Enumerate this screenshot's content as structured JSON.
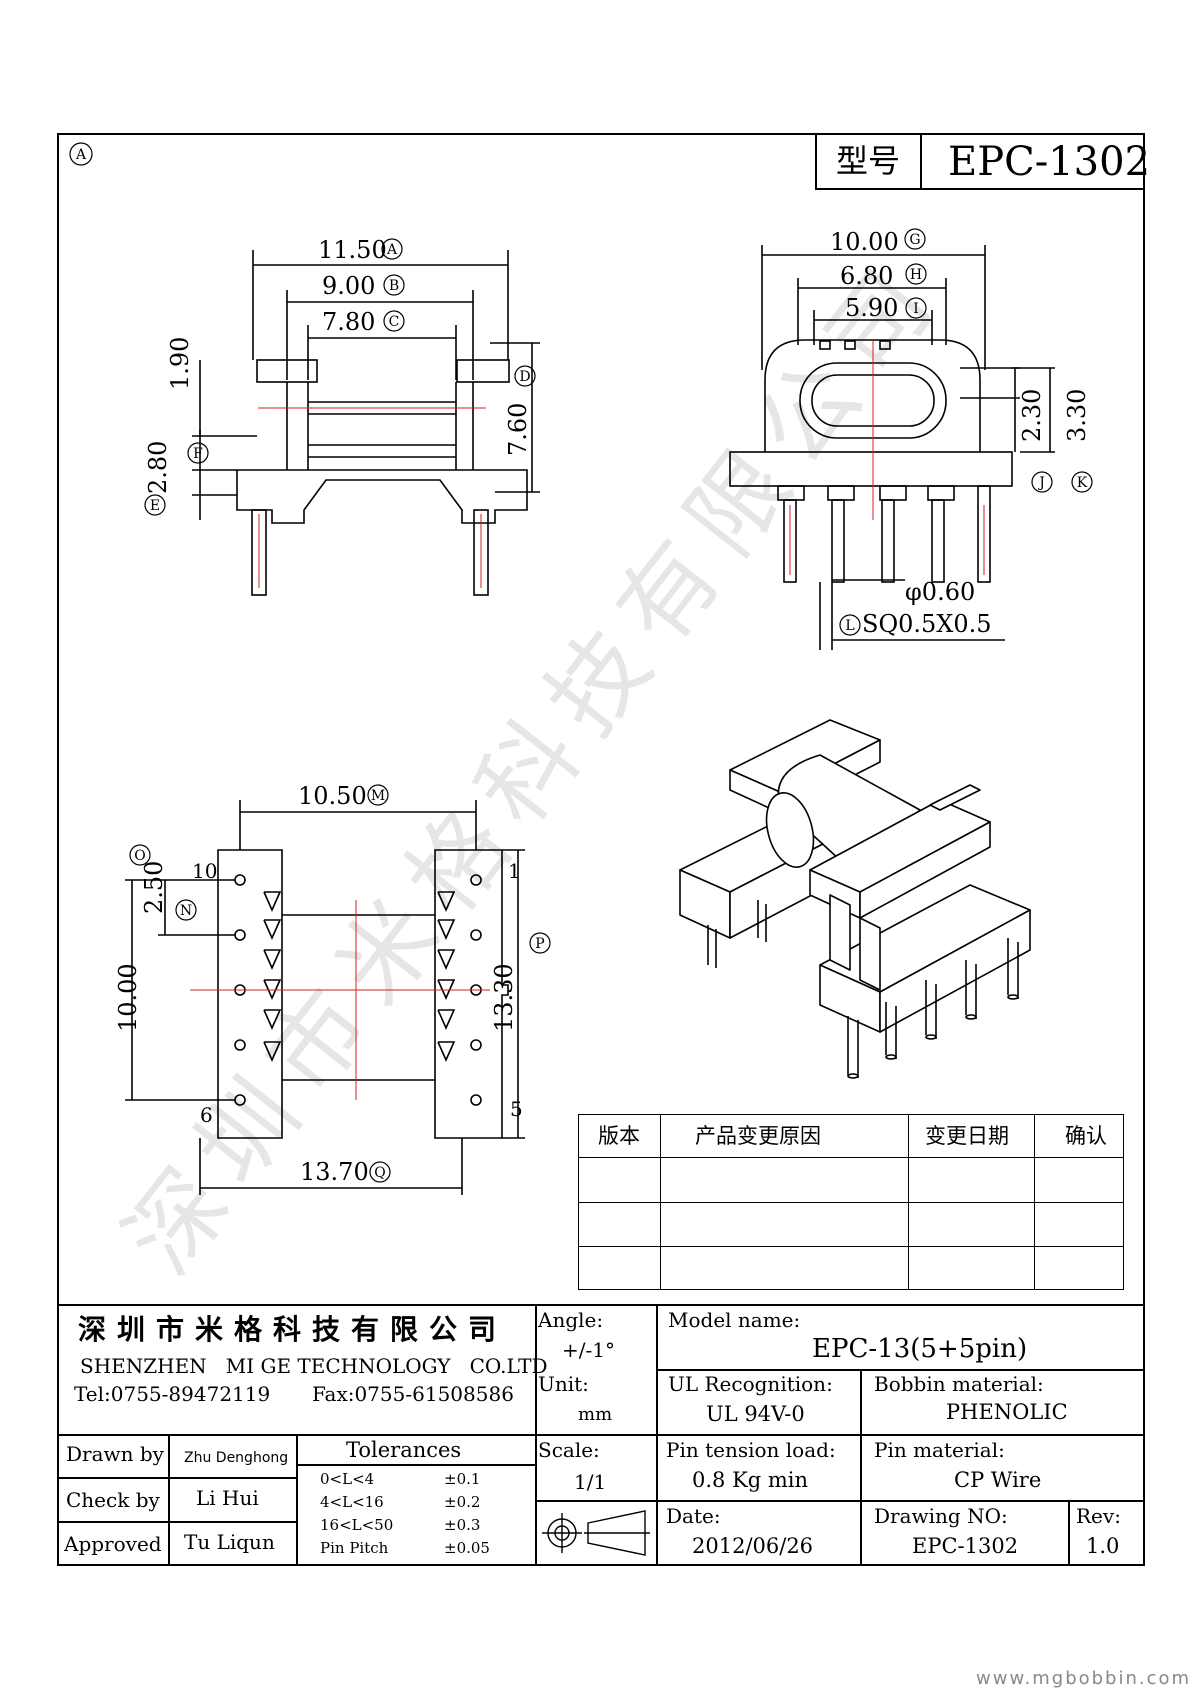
{
  "header": {
    "circle_label": "A",
    "model_label": "型号",
    "model_value": "EPC-1302"
  },
  "watermark": {
    "text": "深圳市米格科技有限公司"
  },
  "front_view": {
    "dim_a": "11.50",
    "dim_a_label": "A",
    "dim_b": "9.00",
    "dim_b_label": "B",
    "dim_c": "7.80",
    "dim_c_label": "C",
    "dim_d": "7.60",
    "dim_d_label": "D",
    "dim_e_label": "E",
    "dim_f": "2.80",
    "dim_f_label": "F",
    "dim_top": "1.90"
  },
  "side_view": {
    "dim_g": "10.00",
    "dim_g_label": "G",
    "dim_h": "6.80",
    "dim_h_label": "H",
    "dim_i": "5.90",
    "dim_i_label": "I",
    "dim_j": "2.30",
    "dim_j_label": "J",
    "dim_k": "3.30",
    "dim_k_label": "K",
    "dim_l_label": "L",
    "pin_dia": "φ0.60",
    "pin_sq": "SQ0.5X0.5"
  },
  "bottom_view": {
    "dim_m": "10.50",
    "dim_m_label": "M",
    "dim_n": "2.50",
    "dim_n_label": "N",
    "dim_o": "10.00",
    "dim_o_label": "O",
    "dim_p": "13.30",
    "dim_p_label": "P",
    "dim_q": "13.70",
    "dim_q_label": "Q",
    "pin_10": "10",
    "pin_1": "1",
    "pin_6": "6",
    "pin_5": "5"
  },
  "revision_table": {
    "headers": [
      "版本",
      "产品变更原因",
      "变更日期",
      "确认"
    ],
    "rows": [
      [
        "",
        "",
        "",
        ""
      ],
      [
        "",
        "",
        "",
        ""
      ],
      [
        "",
        "",
        "",
        ""
      ]
    ]
  },
  "title_block": {
    "company_cn": "深圳市米格科技有限公司",
    "company_en": "SHENZHEN   MI GE TECHNOLOGY   CO.LTD",
    "tel": "Tel:0755-89472119",
    "fax": "Fax:0755-61508586",
    "angle_label": "Angle:",
    "angle_value": "+/-1°",
    "model_name_label": "Model name:",
    "model_name_value": "EPC-13(5+5pin)",
    "unit_label": "Unit:",
    "unit_value": "mm",
    "ul_label": "UL Recognition:",
    "ul_value": "UL 94V-0",
    "bobbin_label": "Bobbin material:",
    "bobbin_value": "PHENOLIC",
    "drawn_label": "Drawn by",
    "drawn_value": "Zhu Denghong",
    "check_label": "Check by",
    "check_value": "Li Hui",
    "approved_label": "Approved",
    "approved_value": "Tu Liqun",
    "tolerances_label": "Tolerances",
    "tol_rows": [
      {
        "range": "0<L<4",
        "tol": "±0.1"
      },
      {
        "range": "4<L<16",
        "tol": "±0.2"
      },
      {
        "range": "16<L<50",
        "tol": "±0.3"
      },
      {
        "range": "Pin Pitch",
        "tol": "±0.05"
      }
    ],
    "scale_label": "Scale:",
    "scale_value": "1/1",
    "tension_label": "Pin tension load:",
    "tension_value": "0.8 Kg min",
    "pin_mat_label": "Pin material:",
    "pin_mat_value": "CP Wire",
    "date_label": "Date:",
    "date_value": "2012/06/26",
    "drawing_no_label": "Drawing NO:",
    "drawing_no_value": "EPC-1302",
    "rev_label": "Rev:",
    "rev_value": "1.0"
  },
  "footer": {
    "website": "www.mgbobbin.com"
  },
  "colors": {
    "line": "#000000",
    "center_line": "#d62020",
    "watermark": "#e4e4e4"
  }
}
